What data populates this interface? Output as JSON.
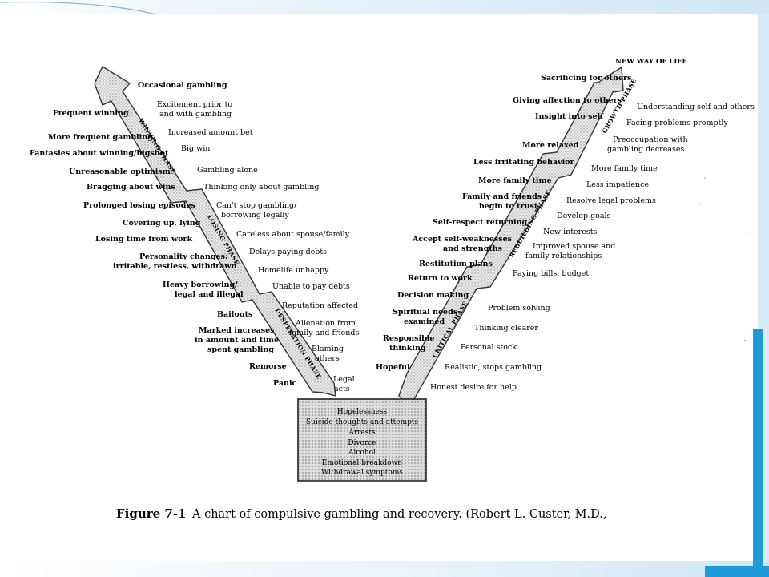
{
  "title": "NEW WAY OF LIFE",
  "phases": {
    "winning": "WINNING PHASE",
    "losing": "LOSING PHASE",
    "desperation": "DESPERATION PHASE",
    "critical": "CRITICAL PHASE",
    "rebuilding": "REBUILDING PHASE",
    "growth": "GROWTH PHASE"
  },
  "labels": {
    "occasional": "Occasional gambling",
    "frequent_winning": "Frequent winning",
    "excitement1": "Excitement prior to",
    "excitement2": "and with gambling",
    "more_frequent": "More frequent gambling",
    "increased_bet": "Increased amount bet",
    "fantasies": "Fantasies about winning/bigshot",
    "big_win": "Big win",
    "unreasonable": "Unreasonable optimism",
    "gambling_alone": "Gambling alone",
    "bragging": "Bragging about wins",
    "thinking_only": "Thinking only about gambling",
    "prolonged": "Prolonged losing episodes",
    "cant_stop1": "Can't stop gambling/",
    "cant_stop2": "borrowing legally",
    "covering": "Covering up, lying",
    "losing_time": "Losing time from work",
    "careless": "Careless about spouse/family",
    "personality1": "Personality changes:",
    "personality2": "irritable, restless, withdrawn",
    "delays": "Delays paying debts",
    "homelife": "Homelife unhappy",
    "heavy1": "Heavy borrowing/",
    "heavy2": "legal and illegal",
    "unable_debts": "Unable to pay debts",
    "bailouts": "Bailouts",
    "reputation": "Reputation affected",
    "marked1": "Marked increases",
    "marked2": "in amount and time",
    "marked3": "spent gambling",
    "alienation1": "Alienation from",
    "alienation2": "family and friends",
    "blaming1": "Blaming",
    "blaming2": "others",
    "remorse": "Remorse",
    "panic": "Panic",
    "legal1": "Legal",
    "legal2": "acts",
    "sacrificing": "Sacrificing for others",
    "giving": "Giving affection to others",
    "understanding": "Understanding self and others",
    "insight": "Insight into self",
    "facing": "Facing problems promptly",
    "more_relaxed": "More relaxed",
    "preocc1": "Preoccupation with",
    "preocc2": "gambling decreases",
    "less_irritating": "Less irritating behavior",
    "more_family_time_l": "More family time",
    "more_family_time_r": "More family time",
    "less_impatience": "Less impatience",
    "family_trust1": "Family and friends",
    "family_trust2": "begin to trust",
    "resolve": "Resolve legal problems",
    "develop": "Develop goals",
    "self_respect": "Self-respect returning",
    "new_interests": "New interests",
    "accept1": "Accept self-weaknesses",
    "accept2": "and strengths",
    "improved1": "Improved spouse and",
    "improved2": "family relationships",
    "restitution": "Restitution plans",
    "paying": "Paying bills, budget",
    "return_work": "Return to work",
    "decision": "Decision making",
    "problem_solving": "Problem solving",
    "spiritual1": "Spiritual needs",
    "spiritual2": "examined",
    "thinking_clearer": "Thinking clearer",
    "responsible1": "Responsible",
    "responsible2": "thinking",
    "personal_stock": "Personal stock",
    "hopeful": "Hopeful",
    "realistic": "Realistic, stops gambling",
    "honest": "Honest desire for help"
  },
  "bottom_box": [
    "Hopelessness",
    "Suicide thoughts and attempts",
    "Arrests",
    "Divorce",
    "Alcohol",
    "Emotional breakdown",
    "Withdrawal symptoms"
  ],
  "caption": {
    "figure": "Figure 7-1",
    "text": "A chart of compulsive gambling and recovery. (Robert L. Custer, M.D.,"
  }
}
